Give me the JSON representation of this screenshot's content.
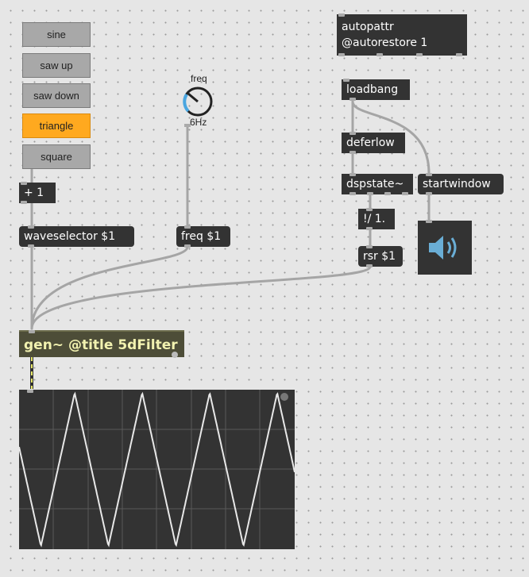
{
  "waveform_menu": {
    "items": [
      {
        "label": "sine",
        "active": false
      },
      {
        "label": "saw up",
        "active": false
      },
      {
        "label": "saw down",
        "active": false
      },
      {
        "label": "triangle",
        "active": true
      },
      {
        "label": "square",
        "active": false
      }
    ],
    "active_color": "#ffa91f"
  },
  "objects": {
    "plus_one": "+ 1",
    "waveselector": "waveselector $1",
    "freq_msg": "freq $1",
    "gen": "gen~ @title 5dFilter",
    "autopattr_line1": "autopattr",
    "autopattr_line2": "@autorestore 1",
    "loadbang": "loadbang",
    "deferlow": "deferlow",
    "dspstate": "dspstate~",
    "startwindow": "startwindow",
    "invert": "!/ 1.",
    "rsr": "rsr $1"
  },
  "dial": {
    "label": "freq",
    "value": "6Hz",
    "accent": "#4aa6e0"
  },
  "speaker": {
    "icon": "speaker-icon",
    "color": "#4aa6e0"
  },
  "scope": {
    "waveform": "triangle",
    "cycles": 4
  }
}
